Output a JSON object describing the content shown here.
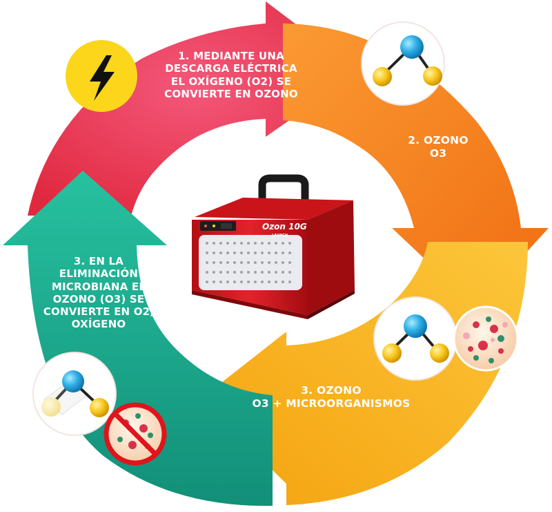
{
  "steps": [
    {
      "lines": [
        "1. MEDIANTE UNA",
        "DESCARGA ELÉCTRICA",
        "EL OXÍGENO (O2) SE",
        "CONVIERTE EN OZONO"
      ],
      "color": "#e8364f"
    },
    {
      "lines": [
        "2. OZONO",
        "O3"
      ],
      "color": "#f7821e"
    },
    {
      "lines": [
        "3. OZONO",
        "O3 + MICROORGANISMOS"
      ],
      "color": "#f9b614"
    },
    {
      "lines": [
        "3. EN LA",
        "ELIMINACIÓN",
        "MICROBIANA EL",
        "OZONO (O3) SE",
        "CONVIERTE EN O2,",
        "OXÍGENO"
      ],
      "color": "#1cb394"
    }
  ],
  "device": {
    "model": "Ozon 10G",
    "brand": "LAUNCH",
    "color": "#d8161b"
  },
  "icons": [
    "lightning-icon",
    "ozone-molecule-icon",
    "ozone-microbes-icon",
    "oxygen-molecule-icon",
    "microbes-eliminated-icon"
  ]
}
